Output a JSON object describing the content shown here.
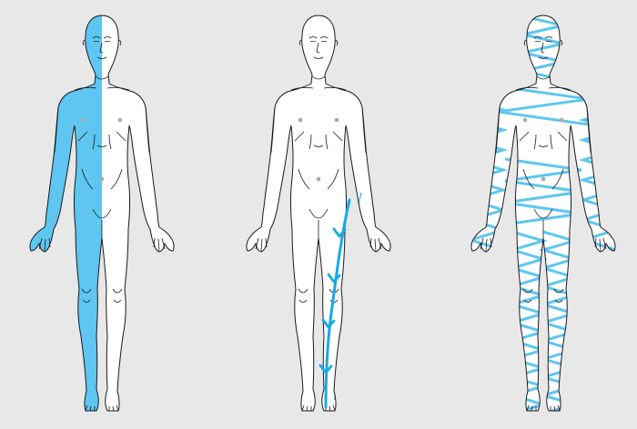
{
  "figures": [
    {
      "id": "hemibody",
      "pattern": "left-half-fill"
    },
    {
      "id": "dermatomal",
      "pattern": "lateral-leg-band-with-arrows"
    },
    {
      "id": "diffuse",
      "pattern": "zigzag-whole-body"
    }
  ],
  "colors": {
    "background": "#e8e8e9",
    "body_fill": "#ffffff",
    "outline": "#1a1a1a",
    "region_fill": "#5ec6f0",
    "arrow": "#16a9e6",
    "zigzag": "#5ec6f0",
    "nipple_dot": "#aaaaaa"
  }
}
